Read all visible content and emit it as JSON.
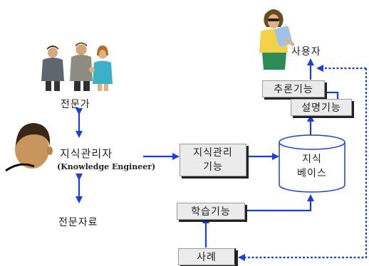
{
  "nodes": {
    "experts_label": "전문가",
    "knowledge_manager_label": "지식관리자",
    "knowledge_manager_en": "(Knowledge Engineer)",
    "expert_materials_label": "전문자료",
    "user_label": "사용자",
    "knowledge_mgmt_function": [
      "지식관리",
      "기능"
    ],
    "knowledge_base": [
      "지식",
      "베이스"
    ],
    "inference_function": "추론기능",
    "explanation_function": "설명기능",
    "learning_function": "학습기능",
    "cases": "사례"
  },
  "colors": {
    "arrow": "#1a3fe0",
    "box_fill": "#ebebeb",
    "box_shadow": "#222222"
  },
  "icons": [
    "expert-group-icon",
    "knowledge-engineer-head-icon",
    "user-figure-icon"
  ]
}
